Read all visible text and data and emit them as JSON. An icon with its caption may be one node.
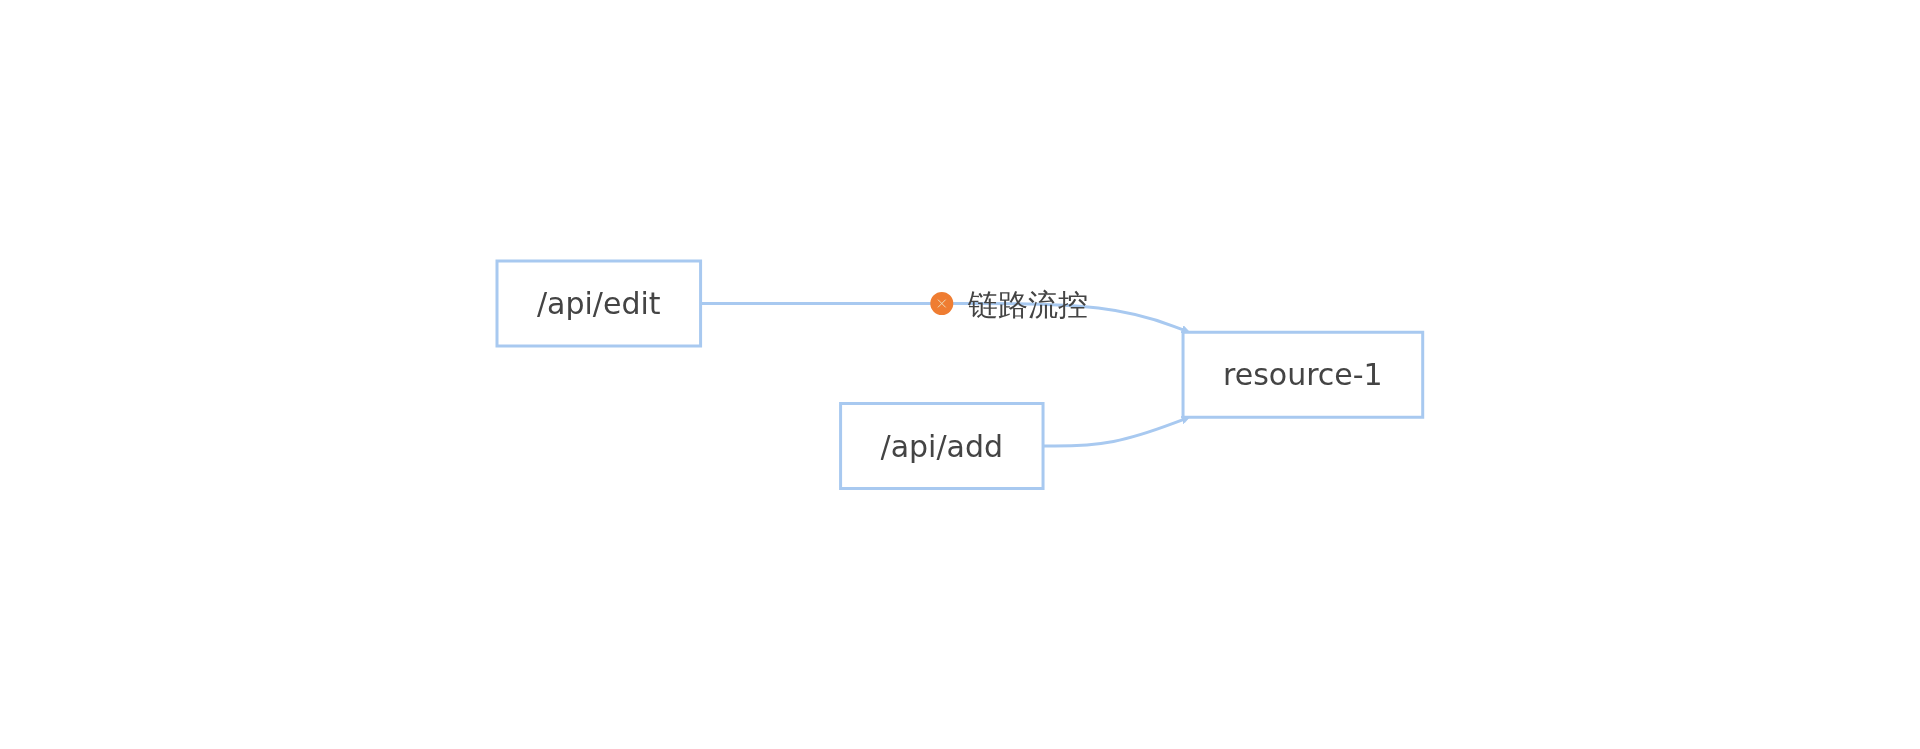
{
  "diagram": {
    "nodes": [
      {
        "text": [
          "/api/edit"
        ]
      },
      {
        "text": [],
        "shape": "circle",
        "beside": [
          "链路流控"
        ]
      },
      {
        "text": [
          "resource-1"
        ]
      },
      {
        "text": [
          "/api/add"
        ]
      }
    ],
    "edges": [
      {
        "from": 0,
        "to": 1,
        "arrow": "none"
      },
      {
        "from": 1,
        "to": 2,
        "arrow": "to"
      },
      {
        "from": 3,
        "to": 2,
        "arrow": "to"
      }
    ]
  }
}
